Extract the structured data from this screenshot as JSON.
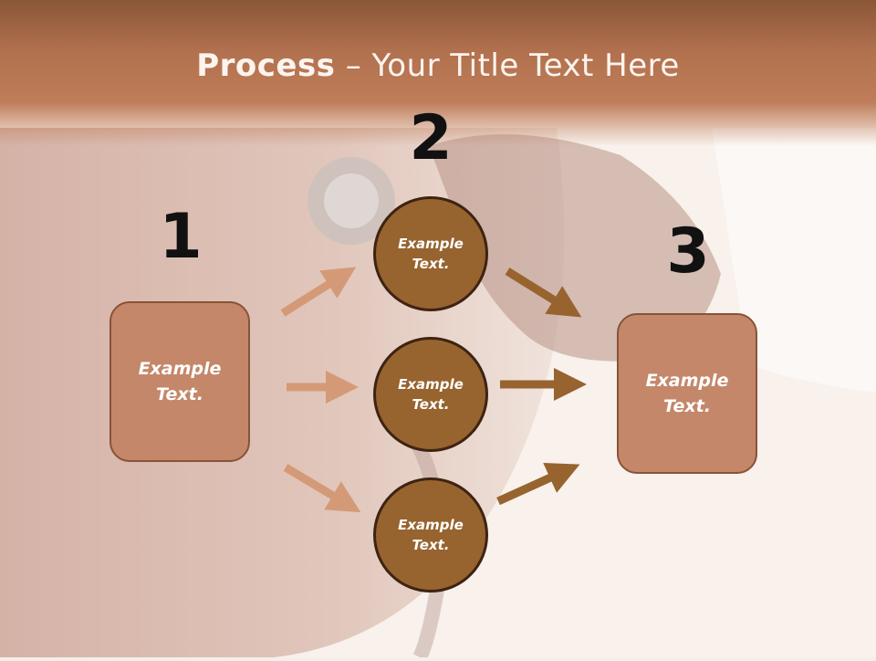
{
  "slide": {
    "title_bold": "Process",
    "title_rest": " – Your Title Text Here",
    "steps": [
      {
        "number": "1"
      },
      {
        "number": "2"
      },
      {
        "number": "3"
      }
    ],
    "left_box": {
      "text": "Example\nText."
    },
    "circles": [
      {
        "text": "Example\nText."
      },
      {
        "text": "Example\nText."
      },
      {
        "text": "Example\nText."
      }
    ],
    "right_box": {
      "text": "Example\nText."
    }
  },
  "colors": {
    "title_band": "#b2714e",
    "box_fill": "#c4876a",
    "circle_fill": "#97632f",
    "arrow_light": "#d49a77",
    "arrow_dark": "#97632f"
  }
}
